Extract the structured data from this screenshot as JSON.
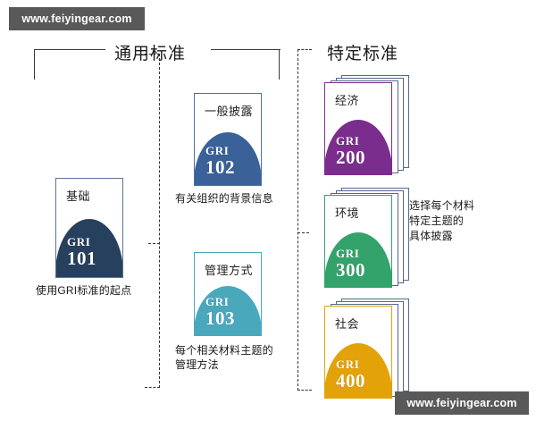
{
  "watermarks": {
    "top": "www.feiyingear.com",
    "bottom": "www.feiyingear.com"
  },
  "sections": {
    "universal": {
      "title": "通用标准"
    },
    "specific": {
      "title": "特定标准"
    }
  },
  "cards": {
    "gri101": {
      "topic": "基础",
      "gri": "GRI",
      "number": "101",
      "caption": "使用GRI标准的起点",
      "color": "#27405e",
      "border": "#5a7396"
    },
    "gri102": {
      "topic": "一般披露",
      "gri": "GRI",
      "number": "102",
      "caption": "有关组织的背景信息",
      "color": "#3a6299",
      "border": "#4a6fa5"
    },
    "gri103": {
      "topic": "管理方式",
      "gri": "GRI",
      "number": "103",
      "caption": "每个相关材料主题的\n管理方法",
      "color": "#4aa8bd",
      "border": "#4aa8bd"
    },
    "gri200": {
      "topic": "经济",
      "gri": "GRI",
      "number": "200",
      "color": "#7b2d8e",
      "border": "#7b2d8e"
    },
    "gri300": {
      "topic": "环境",
      "gri": "GRI",
      "number": "300",
      "color": "#33a36b",
      "border": "#33a36b"
    },
    "gri400": {
      "topic": "社会",
      "gri": "GRI",
      "number": "400",
      "color": "#e3a208",
      "border": "#e3a208"
    }
  },
  "specific_caption": "选择每个材料\n特定主题的\n具体披露"
}
